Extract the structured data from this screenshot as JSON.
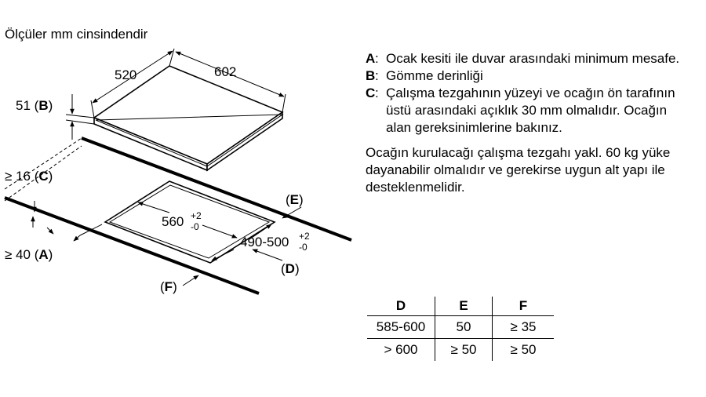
{
  "header": {
    "units_note": "Ölçüler mm cinsindendir"
  },
  "hob": {
    "depth": "520",
    "width": "602",
    "height_value": "51",
    "height_key": "B"
  },
  "worktop": {
    "clearance_c_prefix": "≥ 16",
    "clearance_c_key": "C",
    "clearance_a_prefix": "≥ 40",
    "clearance_a_key": "A",
    "cutout_width": "560",
    "cutout_width_tol_plus": "+2",
    "cutout_width_tol_minus": "-0",
    "cutout_depth": "490-500",
    "cutout_depth_tol_plus": "+2",
    "cutout_depth_tol_minus": "-0",
    "label_e": "E",
    "label_d": "D",
    "label_f": "F"
  },
  "notes": [
    {
      "key": "A",
      "text": "Ocak kesiti ile duvar arasındaki minimum mesafe."
    },
    {
      "key": "B",
      "text": "Gömme derinliği"
    },
    {
      "key": "C",
      "text": "Çalışma tezgahının yüzeyi ve ocağın ön tarafının üstü arasındaki açıklık 30 mm olmalıdır. Ocağın alan gereksinimlerine bakınız."
    }
  ],
  "load_note": "Ocağın kurulacağı çalışma tezgahı yakl. 60 kg yüke dayanabilir olmalıdır ve gerekirse uygun alt yapı ile desteklenmelidir.",
  "table": {
    "headers": [
      "D",
      "E",
      "F"
    ],
    "rows": [
      [
        "585-600",
        "50",
        "≥ 35"
      ],
      [
        "> 600",
        "≥ 50",
        "≥ 50"
      ]
    ]
  }
}
